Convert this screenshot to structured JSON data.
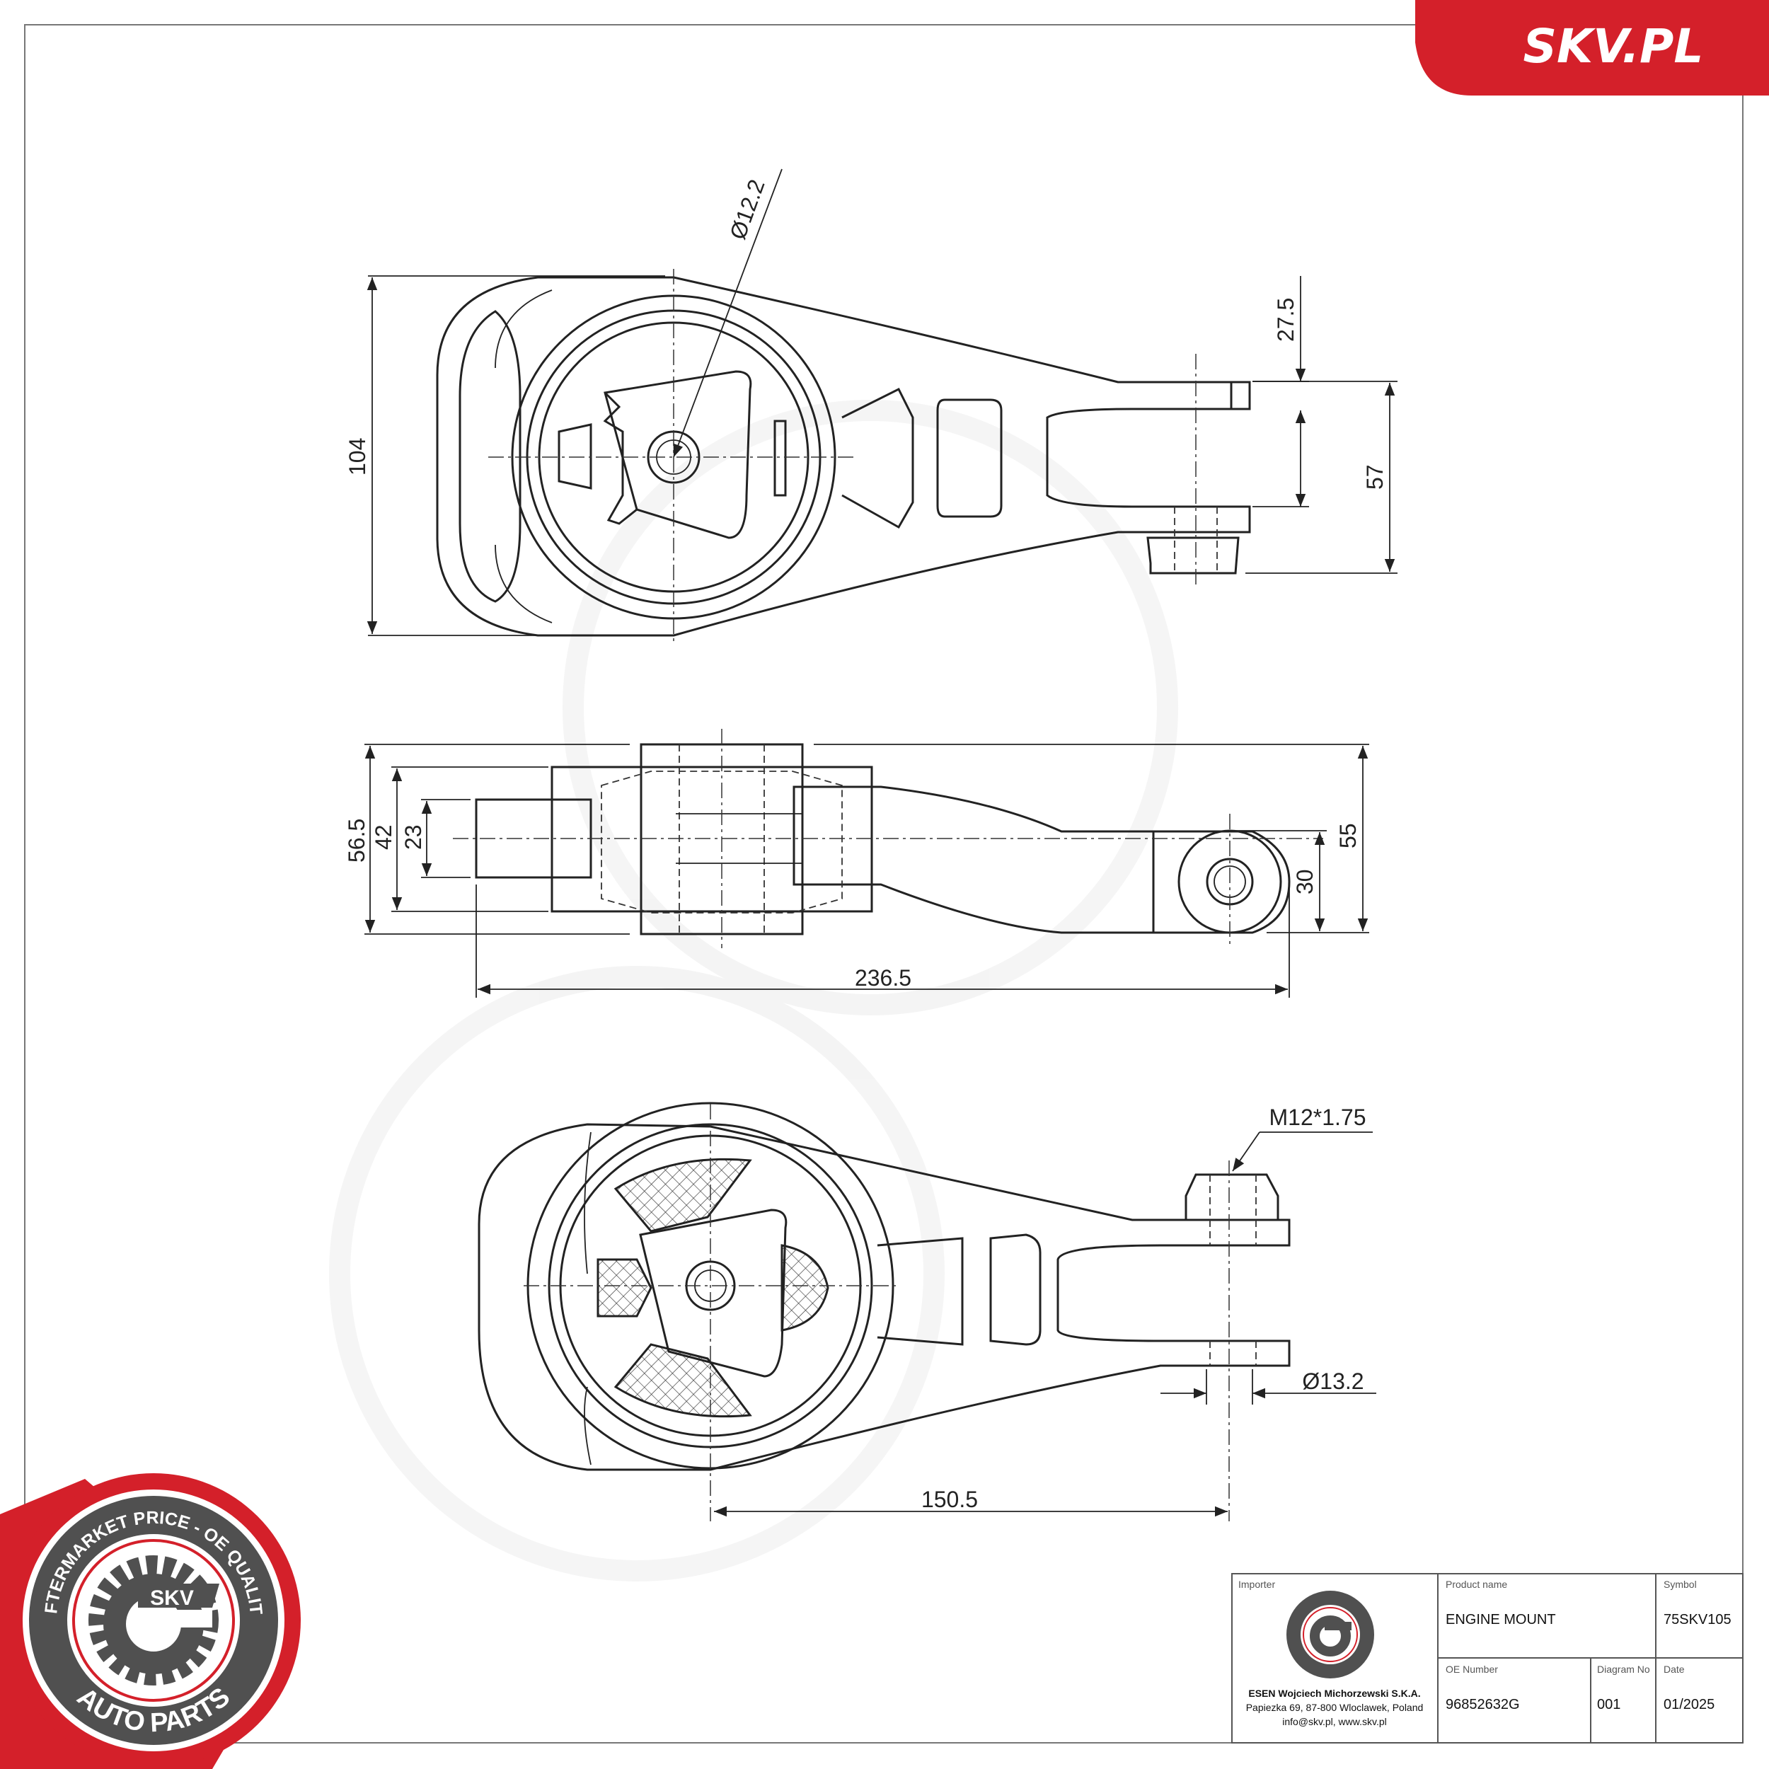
{
  "brand": {
    "banner_text": "SKV.PL",
    "accent_color": "#d4202a",
    "stamp_gray": "#505050"
  },
  "stamp": {
    "top_text": "AFTERMARKET PRICE - OE QUALITY",
    "bottom_text": "AUTO PARTS",
    "center_text": "SKV"
  },
  "top_view": {
    "dims": {
      "height": "104",
      "bore": "Ø12.2",
      "offset": "27.5",
      "span": "57"
    }
  },
  "side_view": {
    "dims": {
      "overall_height": "56.5",
      "body_height": "42",
      "core_height": "23",
      "right_height": "55",
      "eye_height": "30",
      "length": "236.5"
    }
  },
  "bottom_view": {
    "dims": {
      "thread": "M12*1.75",
      "hole": "Ø13.2",
      "center_distance": "150.5"
    }
  },
  "title_block": {
    "importer_label": "Importer",
    "importer_name": "ESEN Wojciech Michorzewski S.K.A.",
    "importer_address": "Papiezka 69, 87-800 Wloclawek, Poland",
    "importer_contact": "info@skv.pl, www.skv.pl",
    "product_name_label": "Product name",
    "product_name": "ENGINE MOUNT",
    "symbol_label": "Symbol",
    "symbol": "75SKV105",
    "oe_number_label": "OE Number",
    "oe_number": "96852632G",
    "diagram_no_label": "Diagram No",
    "diagram_no": "001",
    "date_label": "Date",
    "date": "01/2025"
  }
}
